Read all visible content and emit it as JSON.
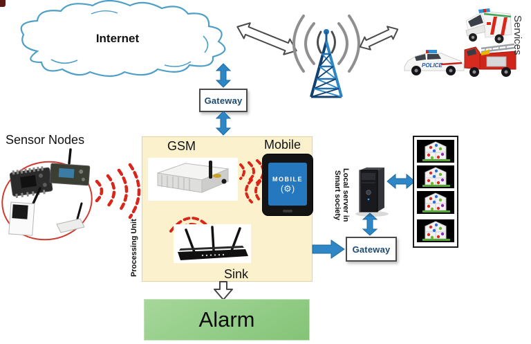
{
  "internet_cloud": {
    "label": "Internet"
  },
  "gateway_top": {
    "label": "Gateway"
  },
  "gateway_right": {
    "label": "Gateway"
  },
  "services": {
    "label": "Services",
    "police_text": "POLICE"
  },
  "sensor_nodes": {
    "label": "Sensor Nodes"
  },
  "processing_unit": {
    "label": "Processing Unit",
    "gsm": "GSM",
    "mobile": "Mobile",
    "sink": "Sink",
    "mobile_screen": "MOBILE"
  },
  "local_server": {
    "line1": "Local server in",
    "line2": "Smart society"
  },
  "alarm": {
    "label": "Alarm"
  },
  "icons": {
    "gear": "(⚙)"
  },
  "colors": {
    "arrow_blue": "#2E86C4",
    "cloud_stroke": "#4E9FC7",
    "wave_red": "#D9261A",
    "processing_box_fill": "#FBF1CD",
    "alarm_green": "#8CC97F",
    "gateway_text": "#1B4A73",
    "tower_blue": "#1E6FB4"
  }
}
